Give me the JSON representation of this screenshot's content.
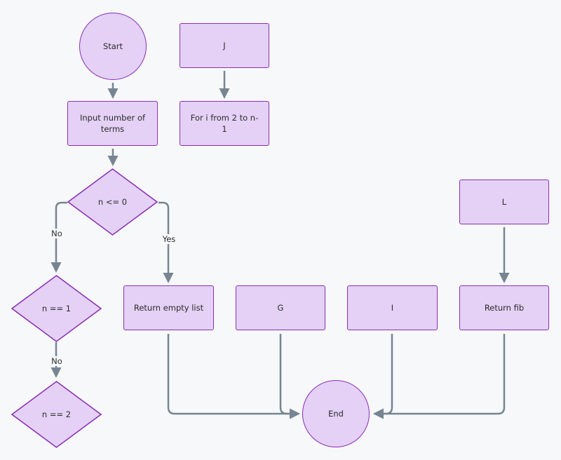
{
  "nodes": {
    "start": "Start",
    "j": "J",
    "input": "Input number of terms",
    "loop": "For i from 2 to n-1",
    "check_n_le_0": "n <= 0",
    "l": "L",
    "check_n_eq_1": "n == 1",
    "return_empty": "Return empty list",
    "g": "G",
    "i": "I",
    "return_fib": "Return fib",
    "check_n_eq_2": "n == 2",
    "end": "End"
  },
  "edge_labels": {
    "no_1": "No",
    "yes_1": "Yes",
    "no_2": "No"
  },
  "colors": {
    "node_fill": "#e4d1f5",
    "node_border": "#8a2db8",
    "edge": "#778592",
    "background": "#f7f8fa"
  }
}
